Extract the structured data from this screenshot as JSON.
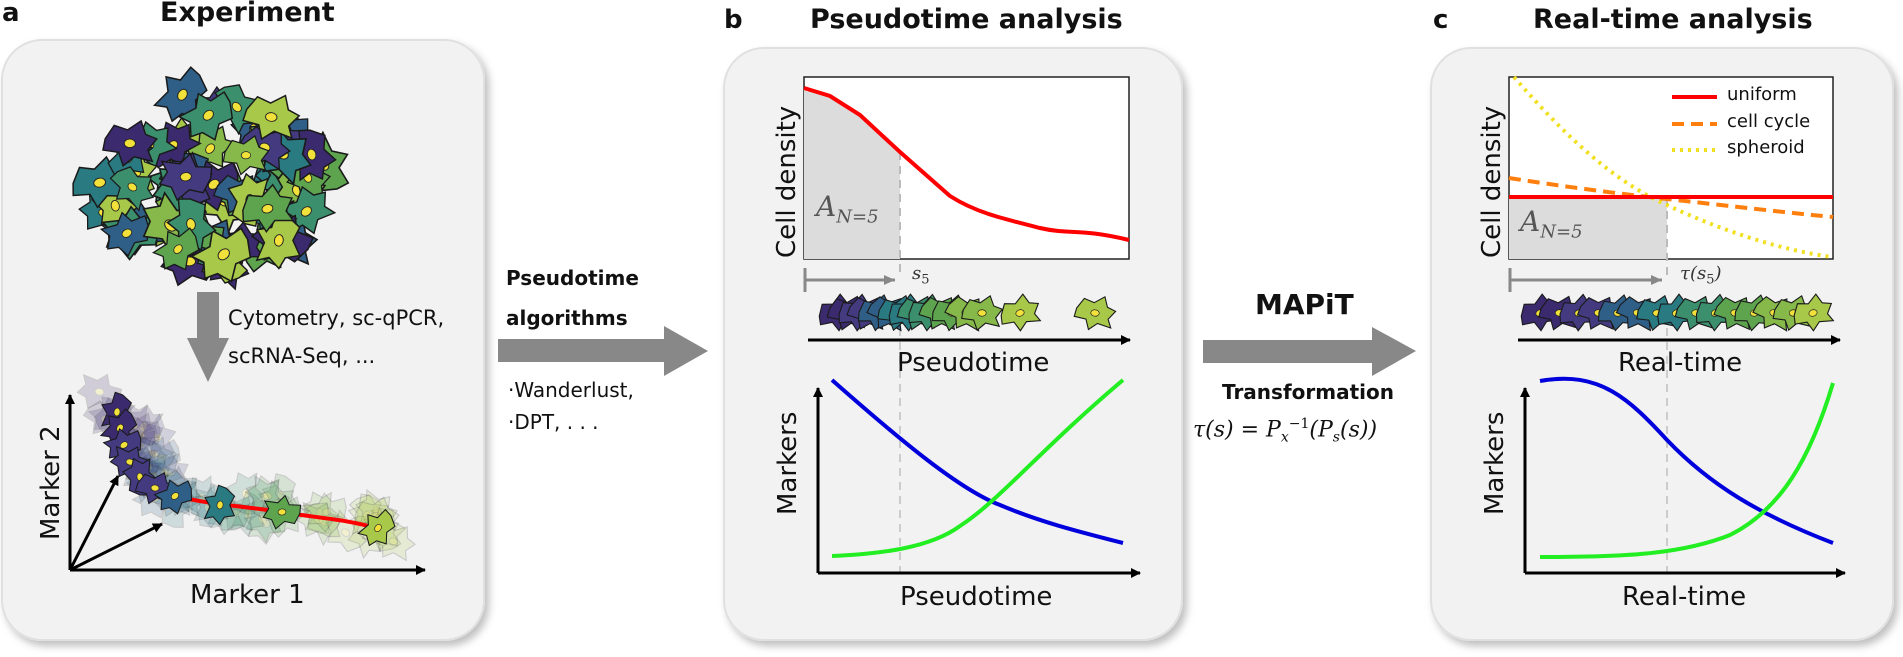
{
  "colors": {
    "panel_bg": "#f2f2f2",
    "panel_border": "#e3e3e3",
    "arrow_gray": "#888888",
    "red": "#ff0000",
    "orange": "#ff7f0e",
    "yellow": "#f0e020",
    "blue": "#0000dd",
    "green": "#22ee22",
    "shade": "#dcdcdc"
  },
  "panel_a": {
    "letter": "a",
    "title": "Experiment",
    "step_text_line1": "Cytometry, sc-qPCR,",
    "step_text_line2": "scRNA-Seq, ...",
    "y_axis_label": "Marker 2",
    "x_axis_label": "Marker 1"
  },
  "middle_left": {
    "heading_line1": "Pseudotime",
    "heading_line2": "algorithms",
    "bullet1": "Wanderlust,",
    "bullet2": "DPT, . . ."
  },
  "panel_b": {
    "letter": "b",
    "title": "Pseudotime analysis",
    "density_ylabel": "Cell density",
    "area_label": "A",
    "area_subscript": "N=5",
    "marker_label": "s",
    "marker_subscript": "5",
    "cells_axis_label": "Pseudotime",
    "markers_ylabel": "Markers",
    "markers_xlabel": "Pseudotime"
  },
  "middle_right": {
    "heading": "MAPiT",
    "subheading": "Transformation",
    "formula": "τ(s) = P_x^{-1}(P_s(s))"
  },
  "panel_c": {
    "letter": "c",
    "title": "Real-time analysis",
    "density_ylabel": "Cell density",
    "area_label": "A",
    "area_subscript": "N=5",
    "marker_label": "τ(s",
    "marker_subscript": "5",
    "marker_close": ")",
    "legend": [
      "uniform",
      "cell cycle",
      "spheroid"
    ],
    "cells_axis_label": "Real-time",
    "markers_ylabel": "Markers",
    "markers_xlabel": "Real-time"
  }
}
